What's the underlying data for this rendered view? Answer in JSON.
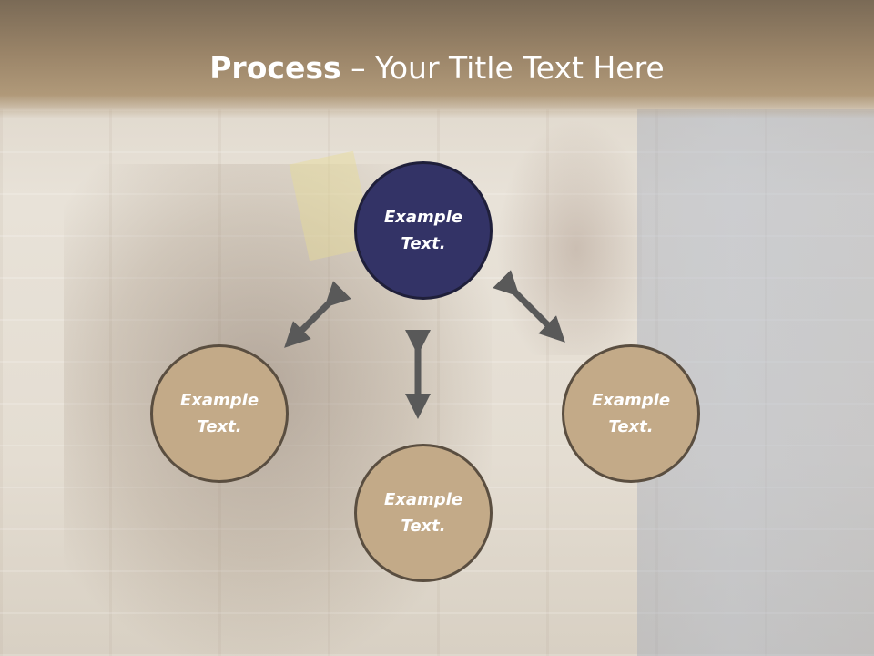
{
  "title": {
    "bold": "Process",
    "rest": " – Your Title Text Here"
  },
  "nodes": [
    {
      "id": "top",
      "text": "Example Text.",
      "fill": "#333366"
    },
    {
      "id": "left",
      "text": "Example Text.",
      "fill": "#c3aa88"
    },
    {
      "id": "bottom",
      "text": "Example Text.",
      "fill": "#c3aa88"
    },
    {
      "id": "right",
      "text": "Example Text.",
      "fill": "#c3aa88"
    }
  ],
  "colors": {
    "header": "#9a8468",
    "arrow": "#595959",
    "node_border": "#5a4e40"
  }
}
